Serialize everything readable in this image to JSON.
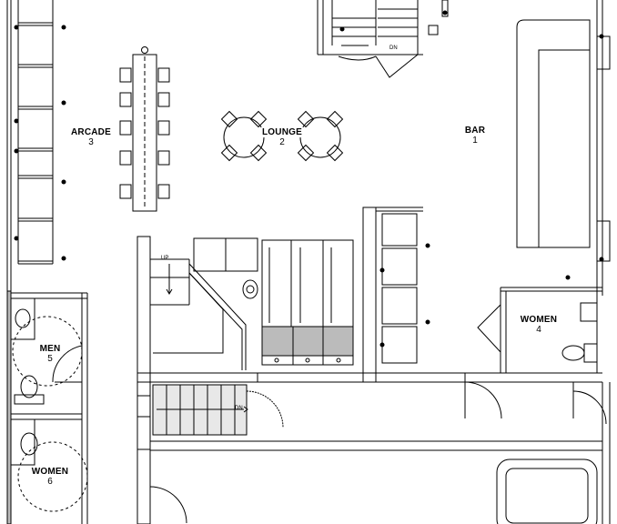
{
  "rooms": {
    "arcade": {
      "name": "ARCADE",
      "number": "3"
    },
    "lounge": {
      "name": "LOUNGE",
      "number": "2"
    },
    "bar": {
      "name": "BAR",
      "number": "1"
    },
    "women_right": {
      "name": "WOMEN",
      "number": "4"
    },
    "men": {
      "name": "MEN",
      "number": "5"
    },
    "women_left": {
      "name": "WOMEN",
      "number": "6"
    }
  },
  "stairs": {
    "top_dn": "DN",
    "left_up": "UP",
    "lower_dn": "DN"
  }
}
